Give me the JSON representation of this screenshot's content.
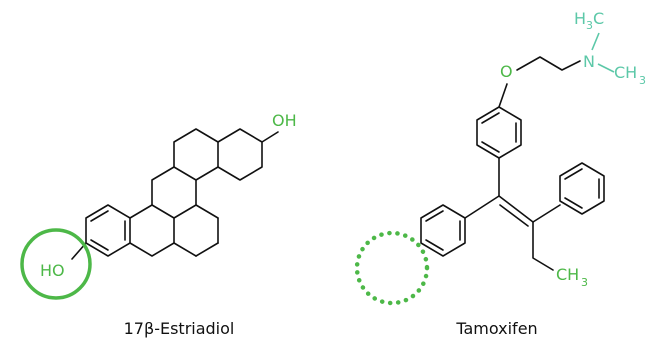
{
  "colors": {
    "accent_green": "#4db848",
    "amine_teal": "#5cc8a8",
    "bond": "#111111"
  },
  "estradiol": {
    "name": "17β-Estriadiol",
    "oh_top_label": "OH",
    "ho_label": "HO",
    "highlight": "solid circle around HO"
  },
  "tamoxifen": {
    "name": "Tamoxifen",
    "oxygen_label": "O",
    "nitrogen_label": "N",
    "methyl_top": {
      "main": "H",
      "sub": "3",
      "tail": "C"
    },
    "methyl_right": {
      "main": "CH",
      "sub": "3"
    },
    "ethyl_methyl": {
      "main": "CH",
      "sub": "3"
    },
    "highlight": "dotted circle (missing hydroxyl)"
  }
}
